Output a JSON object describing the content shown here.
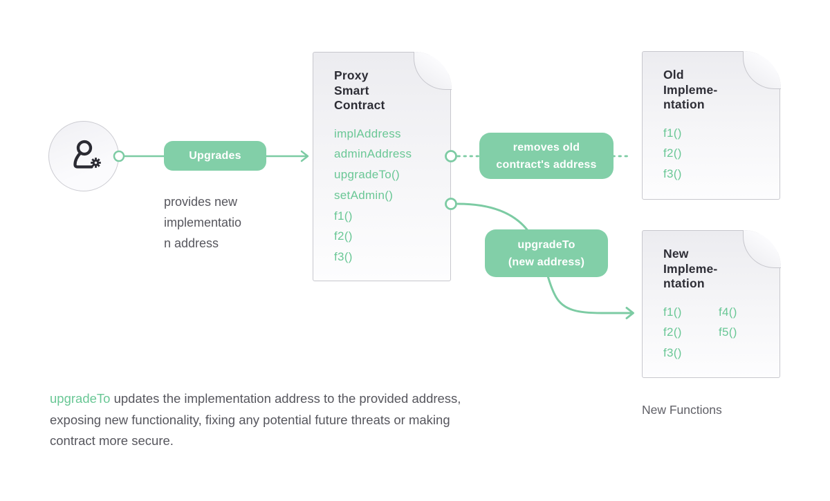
{
  "colors": {
    "green": "#7CCBA3",
    "pill_green": "#82CFA8",
    "green_text": "#69C795",
    "doc_border": "#C7C7CD",
    "title_text": "#2D2D35",
    "body_text": "#56565D",
    "muted_text": "#5F5F66",
    "icon_dark": "#2B2B33"
  },
  "flow": {
    "upgrades_label": "Upgrades",
    "provides_note": "provides new\nimplementatio\nn address",
    "removes_label": "removes old\ncontract's address",
    "upgrade_to_label": "upgradeTo\n(new address)",
    "new_functions_label": "New Functions"
  },
  "documents": {
    "proxy": {
      "title": "Proxy\nSmart\nContract",
      "items": [
        "implAddress",
        "adminAddress",
        "upgradeTo()",
        "setAdmin()",
        "f1()",
        "f2()",
        "f3()"
      ]
    },
    "old": {
      "title": "Old\nImpleme-\nntation",
      "items": [
        "f1()",
        "f2()",
        "f3()"
      ]
    },
    "new_impl": {
      "title": "New\nImpleme-\nntation",
      "items_left": [
        "f1()",
        "f2()",
        "f3()"
      ],
      "items_right": [
        "f4()",
        "f5()"
      ]
    }
  },
  "caption": {
    "highlight": "upgradeTo",
    "rest": " updates the implementation address to the provided address,\nexposing new functionality, fixing any potential future threats or making\ncontract more secure."
  }
}
